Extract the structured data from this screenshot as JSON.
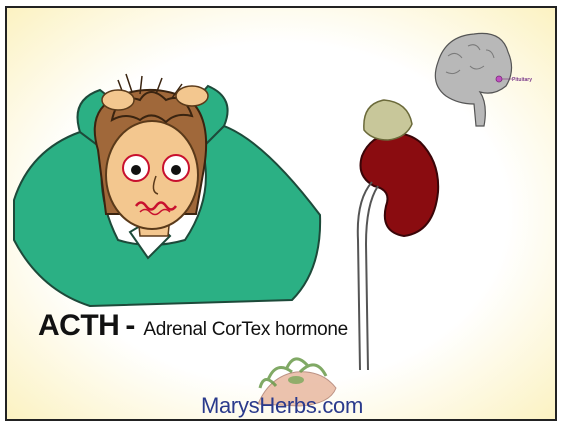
{
  "slide": {
    "title_acronym": "ACTH",
    "title_dash": "-",
    "title_description": "Adrenal CorTex hormone",
    "watermark": "MarysHerbs.com",
    "brain_label": "Pituitary"
  },
  "colors": {
    "background_center": "#ffffff",
    "background_edge": "#fbf0b8",
    "frame": "#222222",
    "shirt": "#2bb084",
    "hair": "#a0683a",
    "skin": "#f3c78f",
    "kidney": "#8a0c10",
    "adrenal_gland": "#c8c79a",
    "watermark_text": "#2a3a8c"
  },
  "icons": [
    "stressed-man-illustration",
    "kidney-icon",
    "adrenal-gland-icon",
    "brain-icon",
    "herbs-hand-logo"
  ]
}
